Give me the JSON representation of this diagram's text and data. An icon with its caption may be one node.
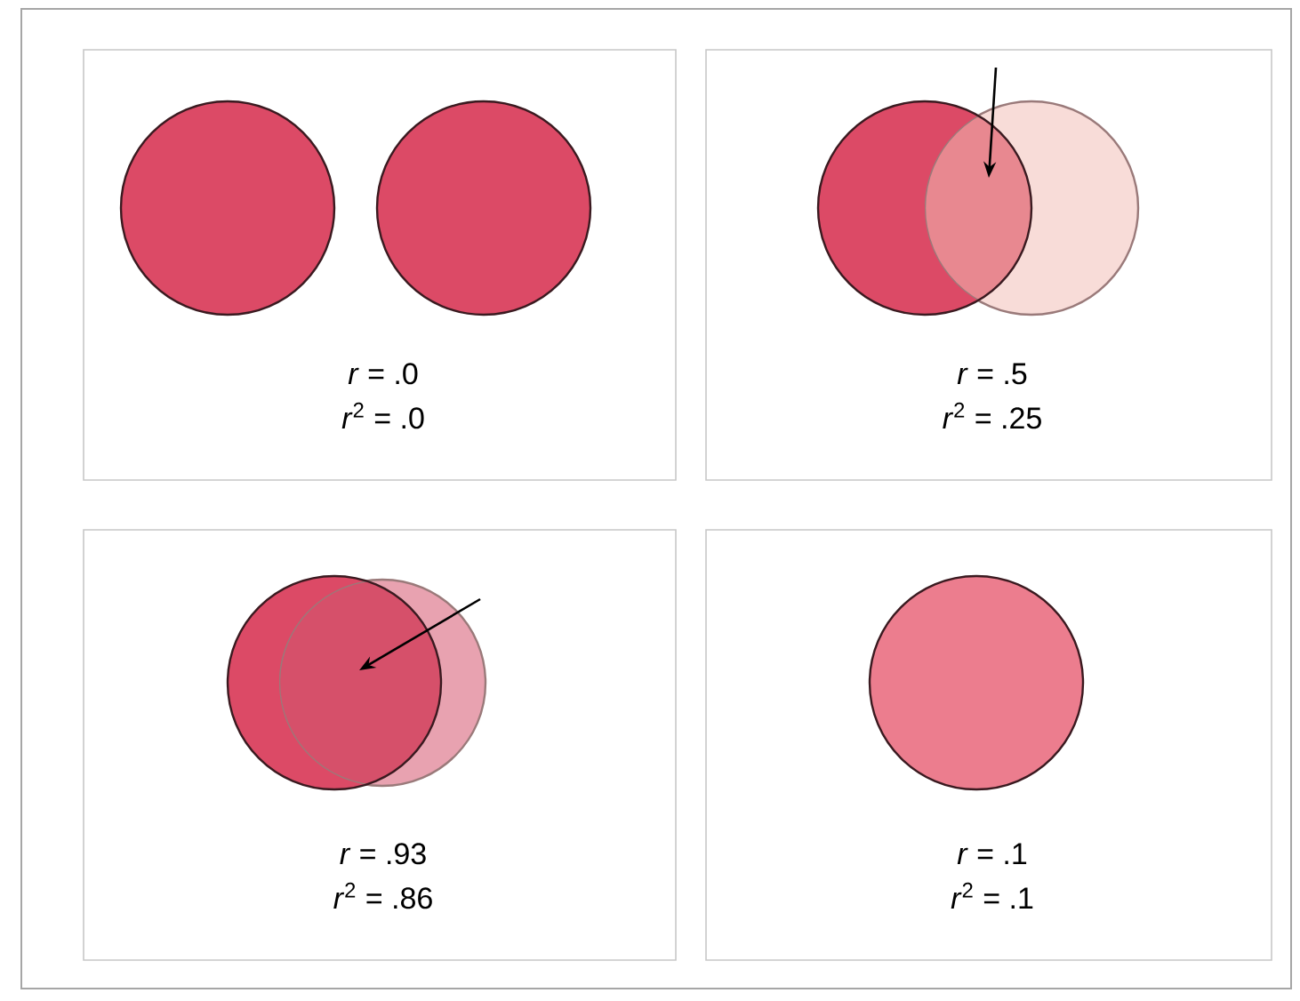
{
  "diagram": {
    "nodes": [
      {
        "text": [
          "*r*  = .0",
          "*r*$^{2}$ = .0"
        ]
      },
      {
        "text": [],
        "shape": "circle",
        "in": 0
      },
      {
        "text": [],
        "shape": "circle",
        "in": 0
      },
      {
        "text": [
          "*r*  = .5",
          "*r*$^{2}$ = .25"
        ]
      },
      {
        "text": [],
        "shape": "circle",
        "in": 3
      },
      {
        "text": [],
        "shape": "circle",
        "in": 3
      },
      {
        "text": [
          "*r*  = .93",
          "*r*$^{2}$ = .86"
        ]
      },
      {
        "text": [],
        "shape": "circle",
        "in": 6
      },
      {
        "text": [],
        "shape": "circle",
        "in": 6
      },
      {
        "text": [
          "*r*  = .1",
          "*r*$^{2}$ = .1"
        ]
      },
      {
        "text": [],
        "shape": "circle",
        "in": 9
      }
    ],
    "edges": []
  }
}
